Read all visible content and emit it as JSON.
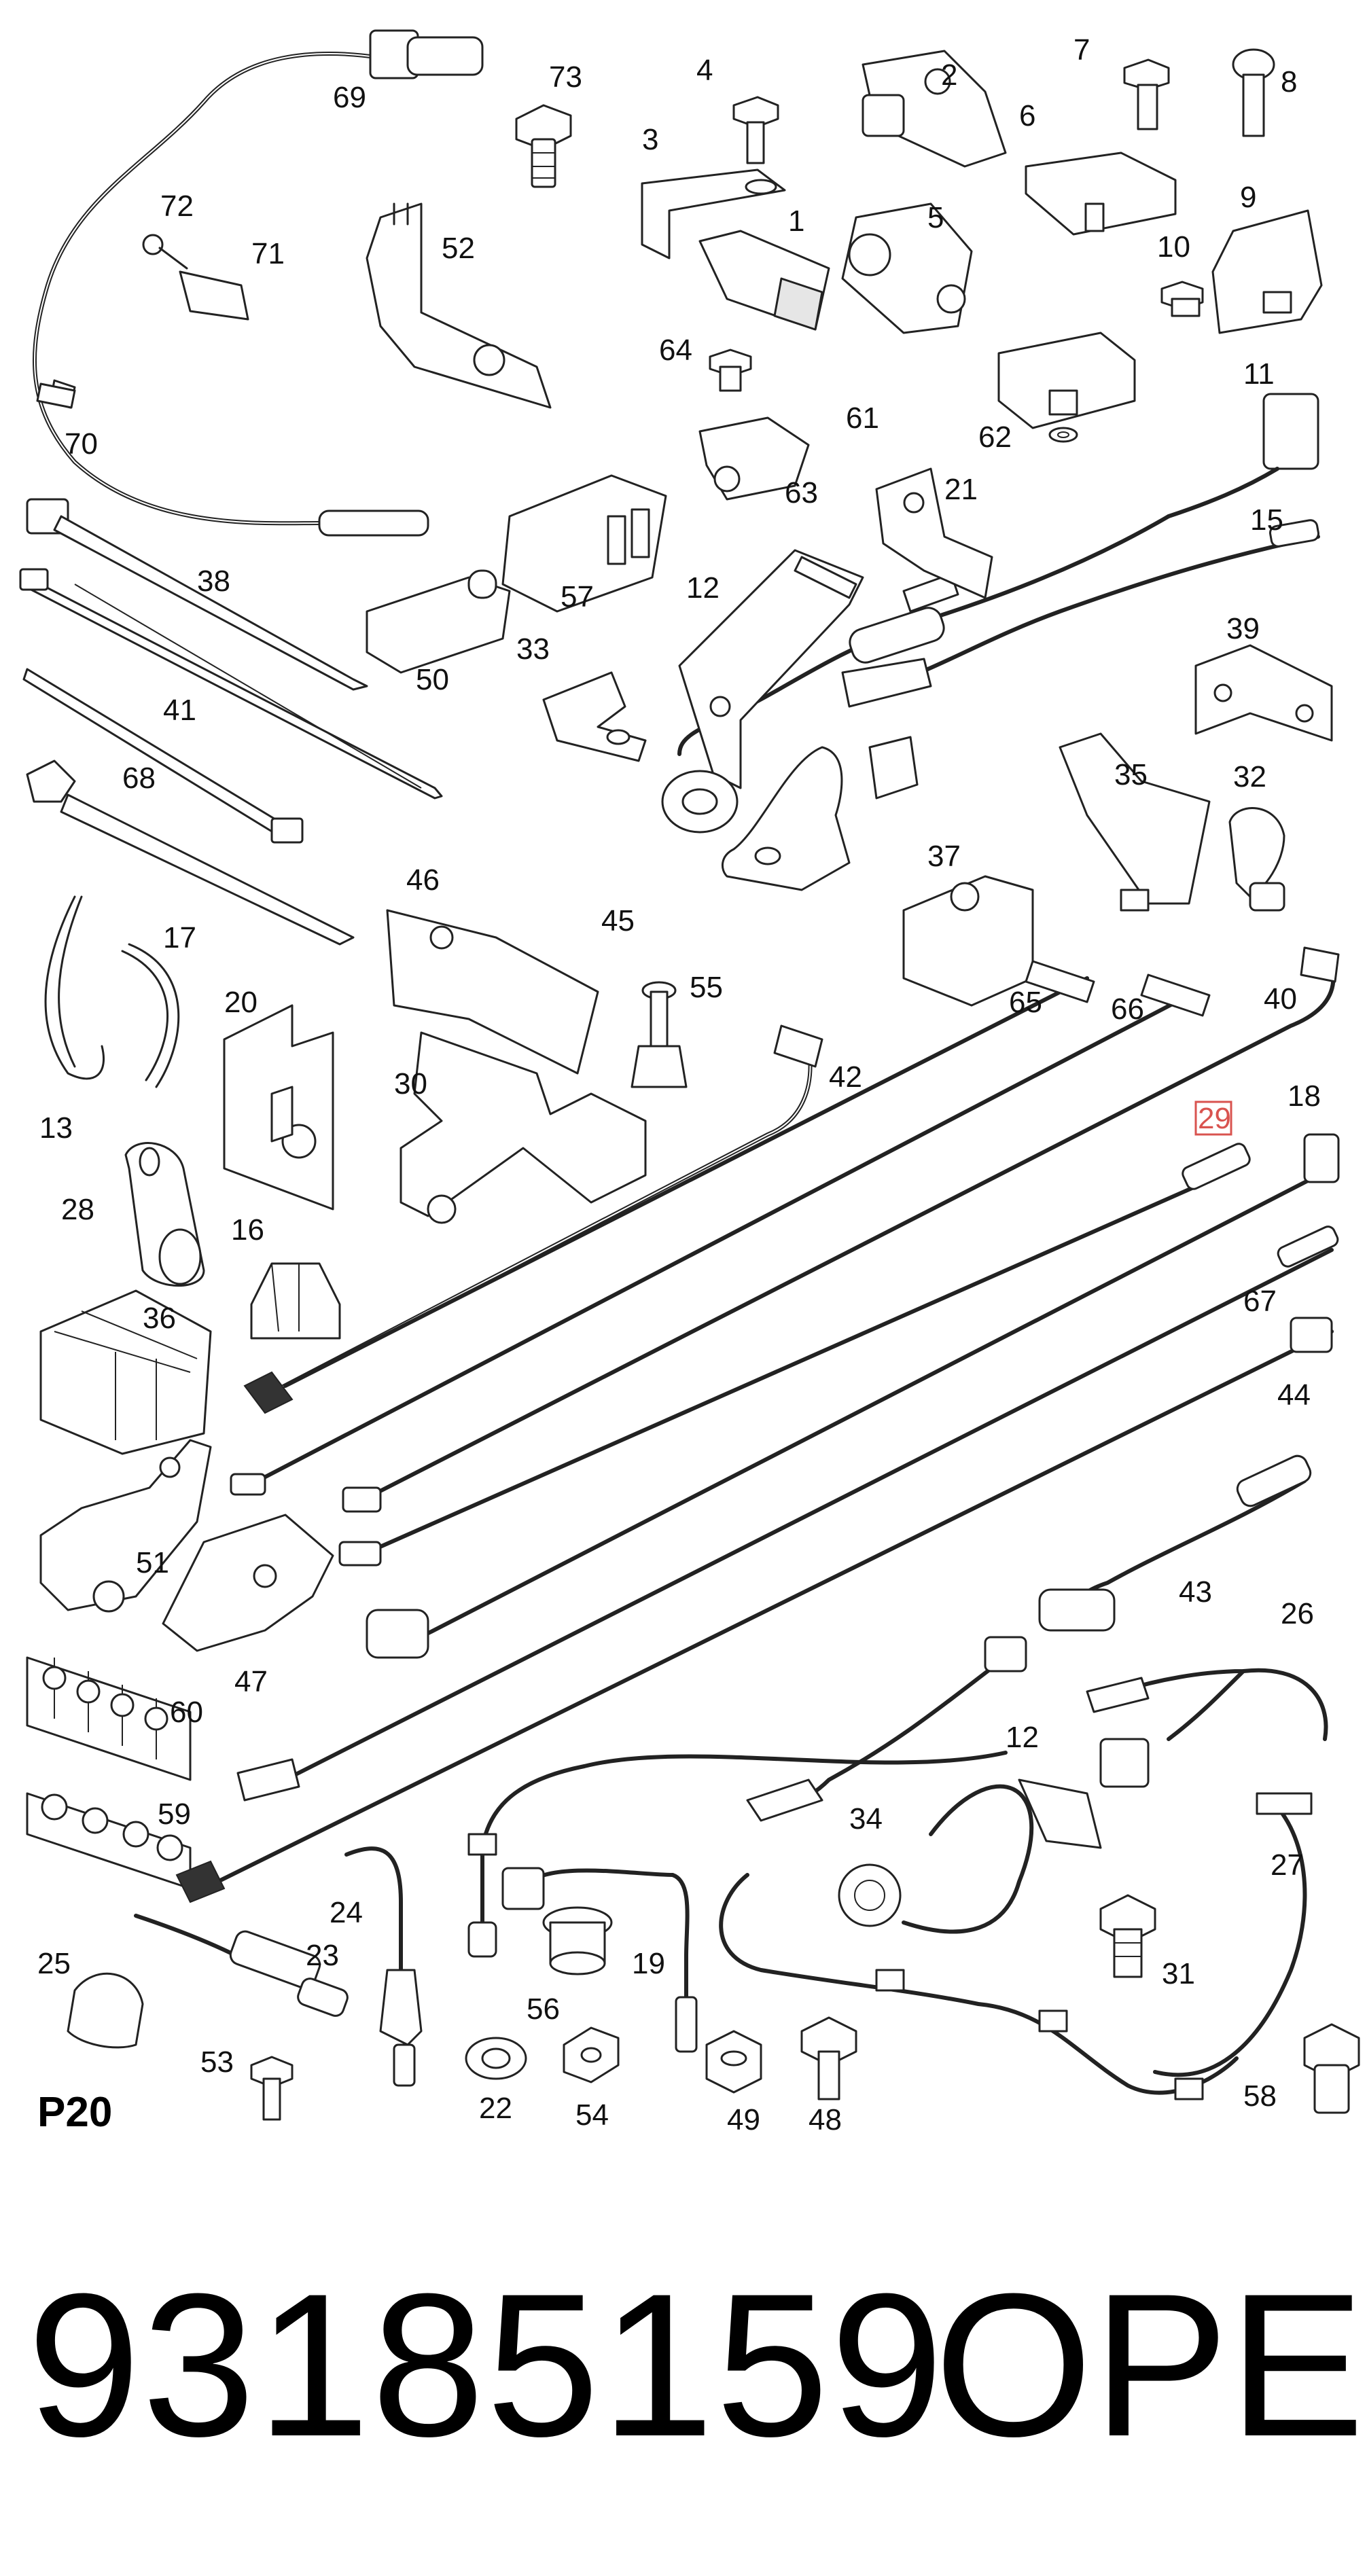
{
  "diagram": {
    "page_code": "P20",
    "part_number": "93185159",
    "brand": "OPEL",
    "highlighted_callout": "29",
    "callouts": [
      "1",
      "2",
      "3",
      "4",
      "5",
      "6",
      "7",
      "8",
      "9",
      "10",
      "11",
      "12",
      "13",
      "15",
      "16",
      "17",
      "18",
      "19",
      "20",
      "21",
      "22",
      "23",
      "24",
      "25",
      "26",
      "27",
      "28",
      "29",
      "30",
      "31",
      "32",
      "33",
      "34",
      "35",
      "36",
      "37",
      "38",
      "39",
      "40",
      "41",
      "42",
      "43",
      "44",
      "45",
      "46",
      "47",
      "48",
      "49",
      "50",
      "51",
      "52",
      "53",
      "54",
      "55",
      "56",
      "57",
      "58",
      "59",
      "60",
      "61",
      "62",
      "63",
      "64",
      "65",
      "66",
      "67",
      "68",
      "69",
      "70",
      "71",
      "72",
      "73"
    ],
    "colors": {
      "line": "#222222",
      "background": "#ffffff",
      "highlight": "#d9534f"
    }
  }
}
